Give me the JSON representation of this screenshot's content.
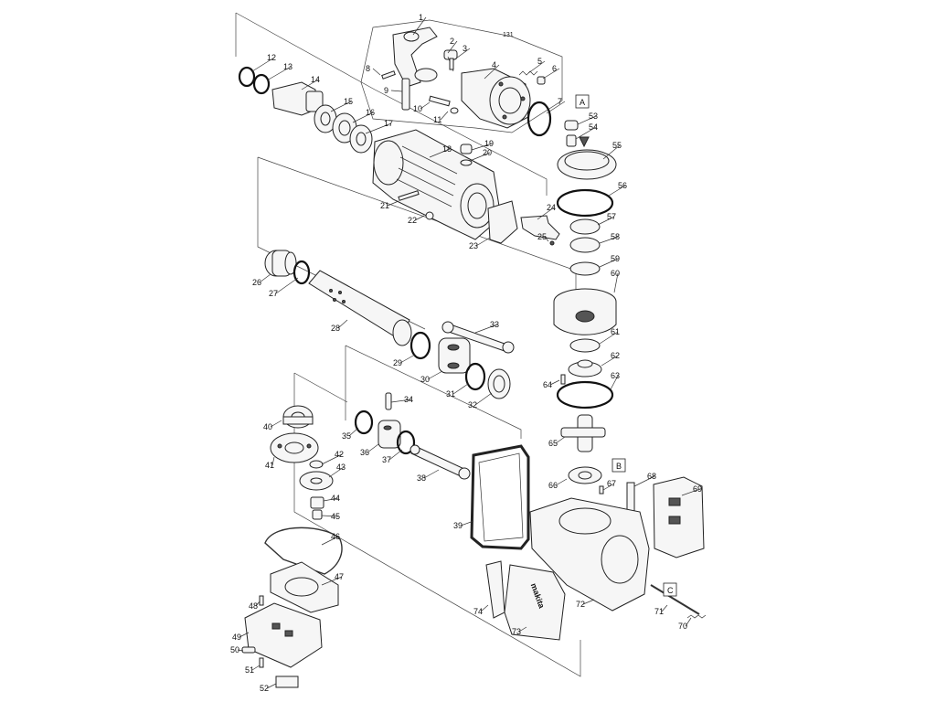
{
  "group_label": "131",
  "callouts": [
    "1",
    "2",
    "3",
    "4",
    "5",
    "6",
    "7",
    "8",
    "9",
    "10",
    "11",
    "12",
    "13",
    "14",
    "15",
    "16",
    "17",
    "18",
    "19",
    "20",
    "21",
    "22",
    "23",
    "24",
    "25",
    "26",
    "27",
    "28",
    "29",
    "30",
    "31",
    "32",
    "33",
    "34",
    "35",
    "36",
    "37",
    "38",
    "39",
    "40",
    "41",
    "42",
    "43",
    "44",
    "45",
    "46",
    "47",
    "48",
    "49",
    "50",
    "51",
    "52",
    "53",
    "54",
    "55",
    "56",
    "57",
    "58",
    "59",
    "60",
    "61",
    "62",
    "63",
    "64",
    "65",
    "66",
    "67",
    "68",
    "69",
    "70",
    "71",
    "72",
    "73",
    "74"
  ],
  "section_labels": [
    "A",
    "B",
    "C"
  ],
  "brand_text": "makita",
  "colors": {
    "ink": "#222222",
    "fill": "#f6f6f6",
    "shade": "#555555"
  }
}
